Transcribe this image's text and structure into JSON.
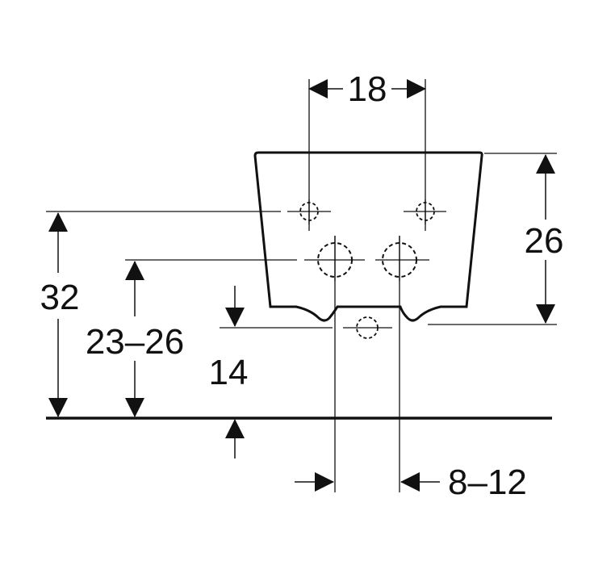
{
  "diagram": {
    "labels": {
      "top_width": "18",
      "right_height": "26",
      "left_height": "32",
      "inlet_range": "23–26",
      "drain_height": "14",
      "outlet_range": "8–12"
    },
    "colors": {
      "line": "#111111",
      "background": "#ffffff"
    }
  }
}
